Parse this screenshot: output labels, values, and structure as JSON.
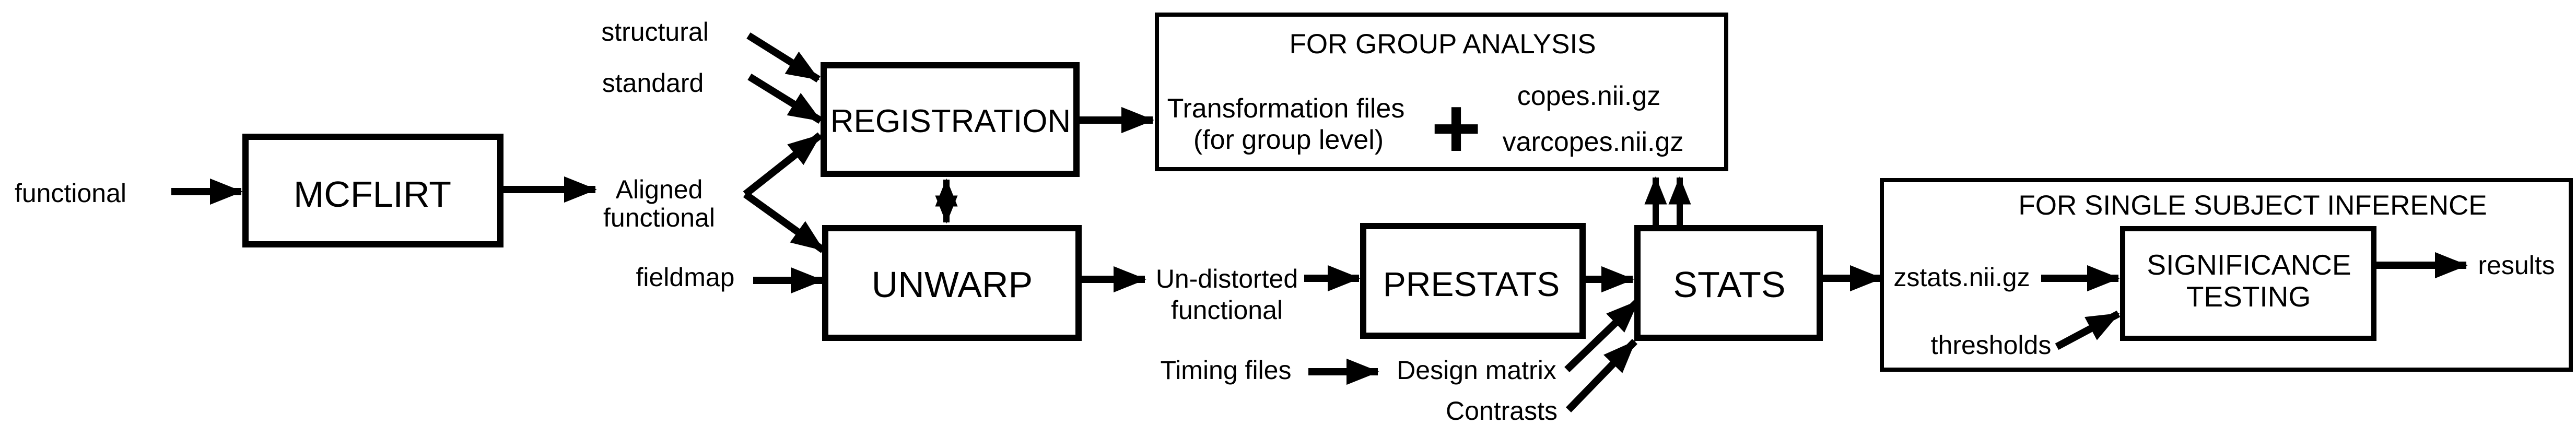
{
  "colors": {
    "ink": "#000000",
    "background": "#ffffff"
  },
  "labels": {
    "functional_input": "functional",
    "mcflirt": "MCFLIRT",
    "structural": "structural",
    "standard": "standard",
    "aligned_line1": "Aligned",
    "aligned_line2": "functional",
    "fieldmap": "fieldmap",
    "registration": "REGISTRATION",
    "unwarp": "UNWARP",
    "group_title": "FOR GROUP ANALYSIS",
    "transform_line1": "Transformation files",
    "transform_line2": "(for group level)",
    "plus_sign": "+",
    "copes": "copes.nii.gz",
    "varcopes": "varcopes.nii.gz",
    "undistorted_line1": "Un-distorted",
    "undistorted_line2": "functional",
    "prestats": "PRESTATS",
    "stats": "STATS",
    "timing_files": "Timing files",
    "design_matrix": "Design matrix",
    "contrasts": "Contrasts",
    "single_title": "FOR SINGLE SUBJECT INFERENCE",
    "zstats": "zstats.nii.gz",
    "thresholds": "thresholds",
    "significance_line1": "SIGNIFICANCE",
    "significance_line2": "TESTING",
    "results": "results"
  }
}
